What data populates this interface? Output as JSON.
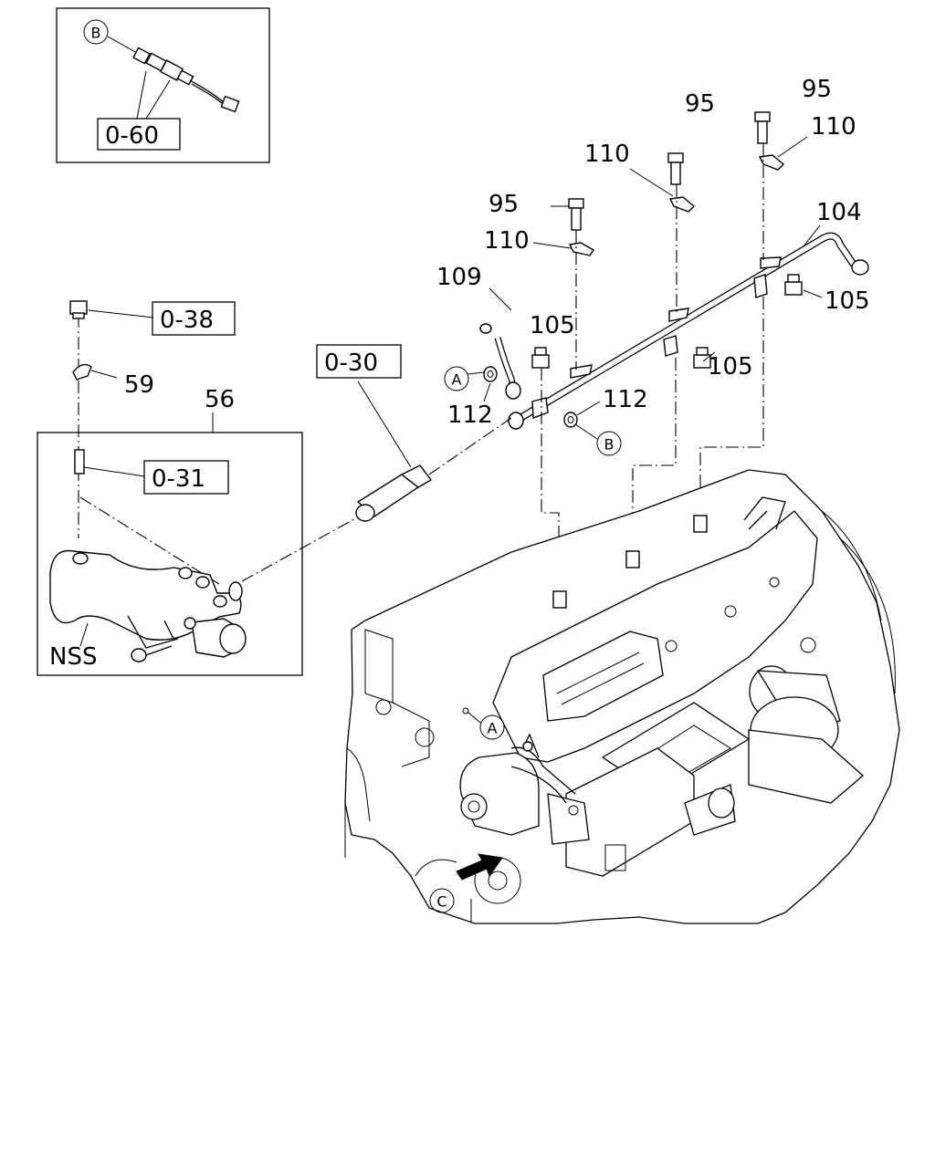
{
  "inset": {
    "ref_circle": "B",
    "ref_box": "0-60"
  },
  "callouts": {
    "p95_a": "95",
    "p95_b": "95",
    "p95_c": "95",
    "p110_a": "110",
    "p110_b": "110",
    "p110_c": "110",
    "p104": "104",
    "p105_a": "105",
    "p105_b": "105",
    "p105_c": "105",
    "p109": "109",
    "p112_a": "112",
    "p112_b": "112",
    "p59": "59",
    "p56": "56",
    "nss": "NSS"
  },
  "ref_boxes": {
    "r038": "0-38",
    "r030": "0-30",
    "r031": "0-31"
  },
  "ref_circles": {
    "a_top": "A",
    "b_top": "B",
    "a_engine": "A",
    "c_engine": "C"
  }
}
